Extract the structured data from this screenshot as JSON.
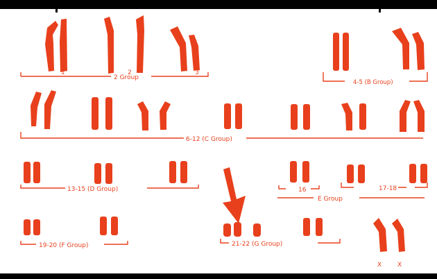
{
  "colors": {
    "chromosome": "#e8401c",
    "bracket": "#e8401c",
    "frame": "#000000",
    "background": "#ffffff"
  },
  "labels": {
    "chr1": "1",
    "chr2": "2",
    "chr3": "3",
    "group_a": "2 Group",
    "group_b": "4-5 (B Group)",
    "group_c": "6-12 (C Group)",
    "group_d": "13-15 (D Group)",
    "chr16": "16",
    "chr17_18": "17-18",
    "group_e": "E Group",
    "group_f": "19-20 (F Group)",
    "group_g": "21-22 (G Group)",
    "sex_x1": "X",
    "sex_x2": "X"
  },
  "annotation": {
    "arrow": "arrow pointing at trisomy 21 chromosome"
  }
}
